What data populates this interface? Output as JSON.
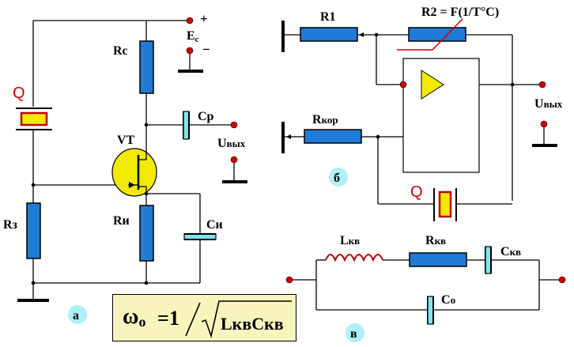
{
  "panel_a": {
    "badge": "а",
    "labels": {
      "supply": "E",
      "supply_sub": "c",
      "plus": "+",
      "minus": "−",
      "drain_resistor": "Rc",
      "coupling_cap": "Cp",
      "transistor": "VT",
      "output_main": "U",
      "output_sub": "вых",
      "crystal": "Q",
      "gate_resistor": "Rз",
      "source_resistor": "Rи",
      "source_cap": "Cи"
    }
  },
  "panel_b": {
    "badge": "б",
    "labels": {
      "r1": "R1",
      "r2": "R2 = F(1/T°C)",
      "rcor_main": "R",
      "rcor_sub": "кор",
      "output_main": "U",
      "output_sub": "вых",
      "crystal": "Q"
    }
  },
  "panel_c": {
    "badge": "в",
    "labels": {
      "inductor_main": "L",
      "inductor_sub": "кв",
      "resistor_main": "R",
      "resistor_sub": "кв",
      "cap_main": "C",
      "cap_sub": "кв",
      "c0_main": "C",
      "c0_sub": "о"
    }
  },
  "formula": {
    "omega": "ω",
    "omega_sub": "о",
    "equals_one": "=1",
    "denominator": "LквCкв"
  },
  "colors": {
    "resistor": "#1e7bd6",
    "terminal": "#d40000",
    "capacitor": "#7fe3ef",
    "highlight": "#f2ea00",
    "badge": "#aef0f7",
    "formula_bg": "#f7f5bd",
    "crystal_label": "#d40000"
  }
}
